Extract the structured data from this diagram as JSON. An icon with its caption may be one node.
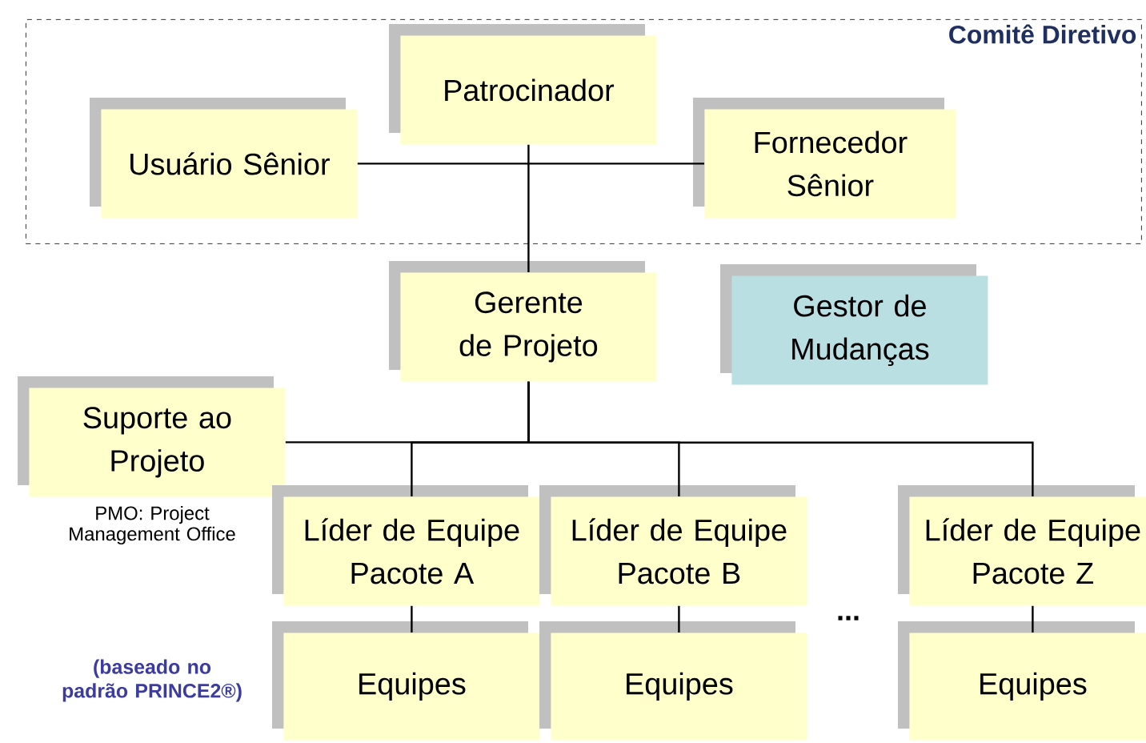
{
  "diagram": {
    "nodes": [
      {
        "text": [
          "Comitê Diretivo"
        ]
      },
      {
        "text": [
          "Patrocinador"
        ],
        "in": 0
      },
      {
        "text": [
          "Usuário Sênior"
        ],
        "in": 0
      },
      {
        "text": [
          "Fornecedor Sênior"
        ],
        "in": 0
      },
      {
        "text": [
          "Gerente de Projeto"
        ]
      },
      {
        "text": [
          "Gestor de Mudanças"
        ]
      },
      {
        "text": [
          "Suporte ao Projeto"
        ],
        "beside": [
          "PMO: Project Management Office"
        ]
      },
      {
        "text": [
          "Líder de Equipe Pacote A"
        ]
      },
      {
        "text": [
          "Líder de Equipe Pacote B"
        ]
      },
      {
        "text": [
          "Líder de Equipe Pacote Z"
        ]
      },
      {
        "text": [
          "Equipes"
        ]
      },
      {
        "text": [
          "Equipes"
        ]
      },
      {
        "text": [
          "Equipes"
        ]
      }
    ],
    "edges": [
      {
        "from": 1,
        "to": 4,
        "arrow": "none"
      },
      {
        "from": 2,
        "to": 3,
        "arrow": "none"
      },
      {
        "from": 4,
        "to": 6,
        "arrow": "none"
      },
      {
        "from": 4,
        "to": 7,
        "arrow": "none"
      },
      {
        "from": 4,
        "to": 8,
        "arrow": "none"
      },
      {
        "from": 4,
        "to": 9,
        "arrow": "none"
      },
      {
        "from": 7,
        "to": 10,
        "arrow": "none"
      },
      {
        "from": 8,
        "to": 11,
        "arrow": "none"
      },
      {
        "from": 9,
        "to": 12,
        "arrow": "none"
      }
    ],
    "labels": [
      "...",
      "(baseado no padrão PRINCE2®)"
    ]
  }
}
